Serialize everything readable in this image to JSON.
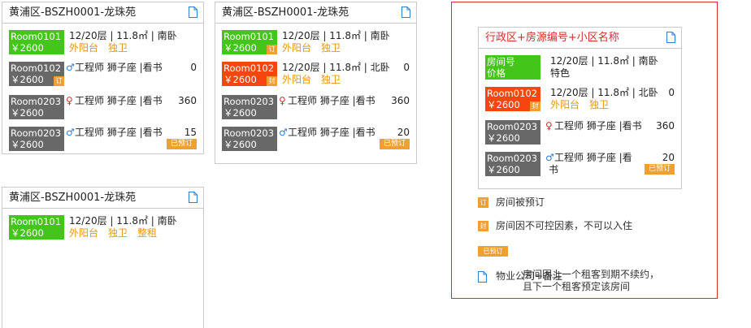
{
  "cards": [
    {
      "title": "黄浦区-BSZH0001-龙珠苑",
      "rooms": [
        {
          "room": "Room0101",
          "price": "￥2600",
          "color": "#44c51a",
          "line1": "12/20层 | 11.8㎡ | 南卧",
          "features": [
            "外阳台",
            "独卫"
          ]
        },
        {
          "room": "Room0102",
          "price": "￥2600",
          "color": "#686868",
          "mini": "订",
          "gender": "♂",
          "tenant": "工程师 狮子座 |看书",
          "days": "0"
        },
        {
          "room": "Room0203",
          "price": "￥2600",
          "color": "#686868",
          "gender": "♀",
          "tenant": "工程师 狮子座 |看书",
          "days": "360"
        },
        {
          "room": "Room0203",
          "price": "￥2600",
          "color": "#686868",
          "gender": "♂",
          "tenant": "工程师 狮子座 |看书",
          "days": "15",
          "badge": "已预订"
        }
      ]
    },
    {
      "title": "黄浦区-BSZH0001-龙珠苑",
      "rooms": [
        {
          "room": "Room0101",
          "price": "￥2600",
          "color": "#44c51a",
          "mini": "订",
          "line1": "12/20层 | 11.8㎡ | 南卧",
          "features": [
            "外阳台",
            "独卫"
          ]
        },
        {
          "room": "Room0102",
          "price": "￥2600",
          "color": "#f4460e",
          "mini": "封",
          "line1": "12/20层 | 11.8㎡ | 北卧",
          "features": [
            "外阳台",
            "独卫"
          ],
          "days": "0"
        },
        {
          "room": "Room0203",
          "price": "￥2600",
          "color": "#686868",
          "gender": "♀",
          "tenant": "工程师 狮子座 |看书",
          "days": "360"
        },
        {
          "room": "Room0203",
          "price": "￥2600",
          "color": "#686868",
          "gender": "♂",
          "tenant": "工程师 狮子座 |看书",
          "days": "20",
          "badge": "已预订"
        }
      ]
    },
    {
      "title": "黄浦区-BSZH0001-龙珠苑",
      "rooms": [
        {
          "room": "Room0101",
          "price": "￥2600",
          "color": "#44c51a",
          "line1": "12/20层 | 11.8㎡ | 南卧",
          "features": [
            "外阳台",
            "独卫",
            "整租"
          ]
        }
      ]
    }
  ],
  "legend": {
    "title": "行政区+房源编号+小区名称",
    "rooms": [
      {
        "room": "房间号",
        "price": "价格",
        "color": "#44c51a",
        "line1": "12/20层 | 11.8㎡ | 南卧",
        "plain": "特色"
      },
      {
        "room": "Room0102",
        "price": "￥2600",
        "color": "#f4460e",
        "mini": "封",
        "line1": "12/20层 | 11.8㎡ | 北卧",
        "features": [
          "外阳台",
          "独卫"
        ],
        "days": "0"
      },
      {
        "room": "Room0203",
        "price": "￥2600",
        "color": "#686868",
        "gender": "♀",
        "tenant": "工程师 狮子座 |看书",
        "days": "360"
      },
      {
        "room": "Room0203",
        "price": "￥2600",
        "color": "#686868",
        "gender": "♂",
        "tenant": "工程师 狮子座 |看书",
        "days": "20",
        "badge": "已预订"
      }
    ],
    "items": [
      {
        "chip": "订",
        "text": "房间被预订"
      },
      {
        "chip": "封",
        "text": "房间因不可控因素，不可以入住"
      },
      {
        "chip": "已预订",
        "text": "房间因上一个租客到期不续约，\n且下一个租客预定该房间"
      },
      {
        "icon": "document-icon",
        "text": "物业公司+备注"
      }
    ]
  }
}
